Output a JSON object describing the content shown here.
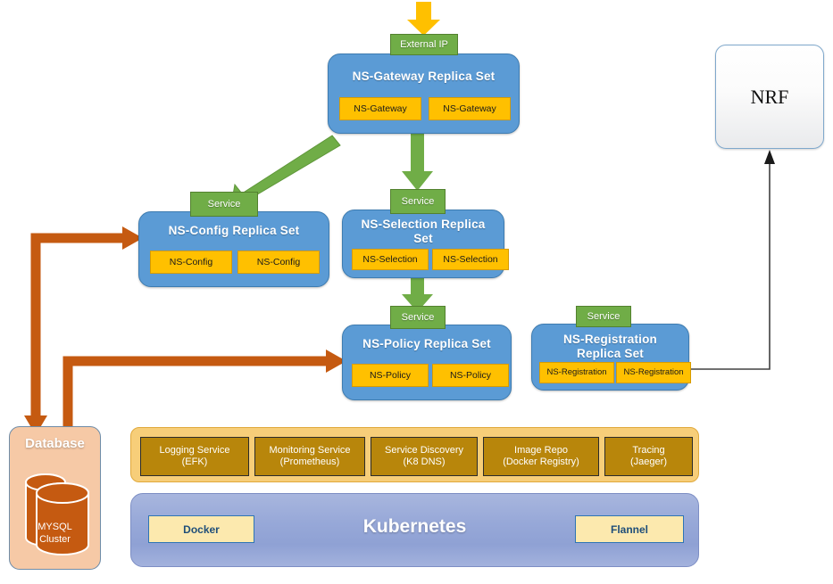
{
  "diagram": {
    "title": "NS Microservices on Kubernetes",
    "colors": {
      "replica_set_blue": "#5B9BD5",
      "pod_orange": "#FFC000",
      "service_green": "#70AD47",
      "database_peach": "#F6C9A6",
      "database_cylinder": "#C55A11",
      "infra_bar": "#F7CE79",
      "infra_tile": "#B8860B",
      "k8s_bar": "#97A8D8",
      "k8s_tile": "#FCE9AE",
      "arrow_green": "#70AD47",
      "arrow_orange": "#C55A11",
      "arrow_yellow": "#FFC000",
      "connector_black": "#404040"
    },
    "ingress": {
      "arrow_name": "external-traffic-arrow",
      "external_ip_label": "External IP"
    },
    "replica_sets": [
      {
        "id": "ns-gateway",
        "title": "NS-Gateway  Replica Set",
        "service_label": "Service",
        "pods": [
          "NS-Gateway",
          "NS-Gateway"
        ]
      },
      {
        "id": "ns-config",
        "title": "NS-Config Replica Set",
        "service_label": "Service",
        "pods": [
          "NS-Config",
          "NS-Config"
        ]
      },
      {
        "id": "ns-selection",
        "title": "NS-Selection Replica Set",
        "service_label": "Service",
        "pods": [
          "NS-Selection",
          "NS-Selection"
        ]
      },
      {
        "id": "ns-policy",
        "title": "NS-Policy Replica Set",
        "service_label": "Service",
        "pods": [
          "NS-Policy",
          "NS-Policy"
        ]
      },
      {
        "id": "ns-registration",
        "title": "NS-Registration Replica Set",
        "service_label": "Service",
        "pods": [
          "NS-Registration",
          "NS-Registration"
        ]
      }
    ],
    "nrf": {
      "label": "NRF"
    },
    "database": {
      "title": "Database",
      "cluster_label_line1": "MYSQL",
      "cluster_label_line2": "Cluster"
    },
    "infrastructure": {
      "tiles": [
        {
          "line1": "Logging Service",
          "line2": "(EFK)"
        },
        {
          "line1": "Monitoring Service",
          "line2": "(Prometheus)"
        },
        {
          "line1": "Service Discovery",
          "line2": "(K8 DNS)"
        },
        {
          "line1": "Image Repo",
          "line2": "(Docker Registry)"
        },
        {
          "line1": "Tracing",
          "line2": "(Jaeger)"
        }
      ]
    },
    "platform": {
      "title": "Kubernetes",
      "left_tile": "Docker",
      "right_tile": "Flannel"
    }
  }
}
